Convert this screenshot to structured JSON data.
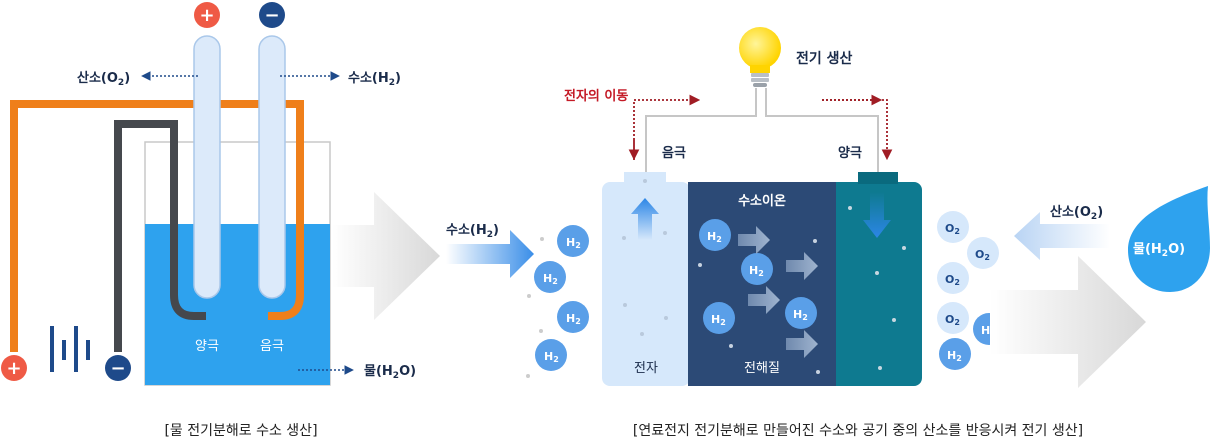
{
  "left": {
    "plus_sign": "+",
    "minus_sign": "−",
    "oxygen_label": "산소(O",
    "oxygen_sub": "2",
    "hydrogen_label": "수소(H",
    "hydrogen_sub": "2",
    "anode": "양극",
    "cathode": "음극",
    "water_label": "물(H",
    "water_sub": "2",
    "water_tail": "O)",
    "caption": "[물 전기분해로 수소 생산]"
  },
  "middle": {
    "hydrogen_label": "수소(H",
    "hydrogen_sub": "2"
  },
  "right": {
    "bulb_label": "전기 생산",
    "electron_move": "전자의 이동",
    "cathode": "음극",
    "anode": "양극",
    "ion_label": "수소이온",
    "electron": "전자",
    "electrolyte": "전해질",
    "oxygen_label": "산소(O",
    "oxygen_sub": "2",
    "water_label": "물(H",
    "water_sub": "2",
    "water_tail": "O)",
    "molecule_h": "H",
    "molecule_o": "O",
    "molecule_sub": "2",
    "caption": "[연료전지 전기분해로 만들어진 수소와 공기 중의 산소를 반응시켜 전기 생산]"
  },
  "colors": {
    "orange": "#ef7f1a",
    "navy": "#1e4a8a",
    "red_dot": "#ef5a45",
    "water": "#2ea2ee",
    "electrolyte": "#2c4a76",
    "anode_block": "#0e7a90",
    "electron_block": "#d6e8fb",
    "h2_bubble": "#5a9fe8"
  }
}
